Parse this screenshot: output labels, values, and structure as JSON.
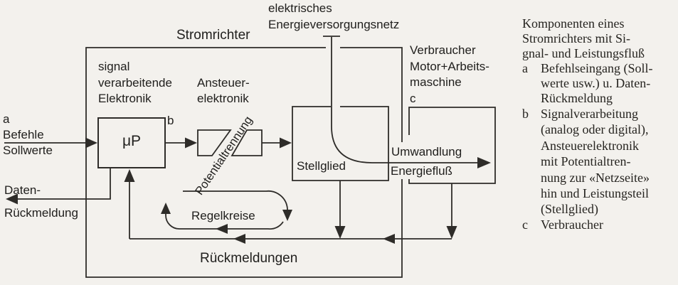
{
  "colors": {
    "background": "#f3f1ed",
    "ink": "#2e2c29"
  },
  "diagram": {
    "supply_label_line1": "elektrisches",
    "supply_label_line2": "Energieversorgungsnetz",
    "stromrichter": "Stromrichter",
    "signal_electronics_line1": "signal",
    "signal_electronics_line2": "verarbeitende",
    "signal_electronics_line3": "Elektronik",
    "ansteuer_line1": "Ansteuer-",
    "ansteuer_line2": "elektronik",
    "verbraucher_line1": "Verbraucher",
    "verbraucher_line2": "Motor+Arbeits-",
    "verbraucher_line3": "maschine",
    "verbraucher_line4": "c",
    "marker_a": "a",
    "marker_b": "b",
    "input_line1": "Befehle",
    "input_line2": "Sollwerte",
    "daten_line1": "Daten-",
    "daten_line2": "Rückmeldung",
    "microprocessor": "μP",
    "potentialtrennung": "Potentialtrennung",
    "stellglied": "Stellglied",
    "umwandlung": "Umwandlung",
    "energiefluss": "Energiefluß",
    "regelkreise": "Regelkreise",
    "rueckmeldungen": "Rückmeldungen"
  },
  "caption": {
    "intro_lines": [
      "Komponenten eines",
      "Stromrichters mit Si-",
      "gnal- und Leistungsfluß"
    ],
    "items": [
      {
        "marker": "a",
        "lines": [
          "Befehlseingang (Soll-",
          "werte usw.) u. Daten-",
          "Rückmeldung"
        ]
      },
      {
        "marker": "b",
        "lines": [
          "Signalverarbeitung",
          "(analog oder digital),",
          "Ansteuerelektronik",
          "mit Potentialtren-",
          "nung zur «Netzseite»",
          "hin und Leistungsteil",
          "(Stellglied)"
        ]
      },
      {
        "marker": "c",
        "lines": [
          "Verbraucher"
        ]
      }
    ]
  }
}
